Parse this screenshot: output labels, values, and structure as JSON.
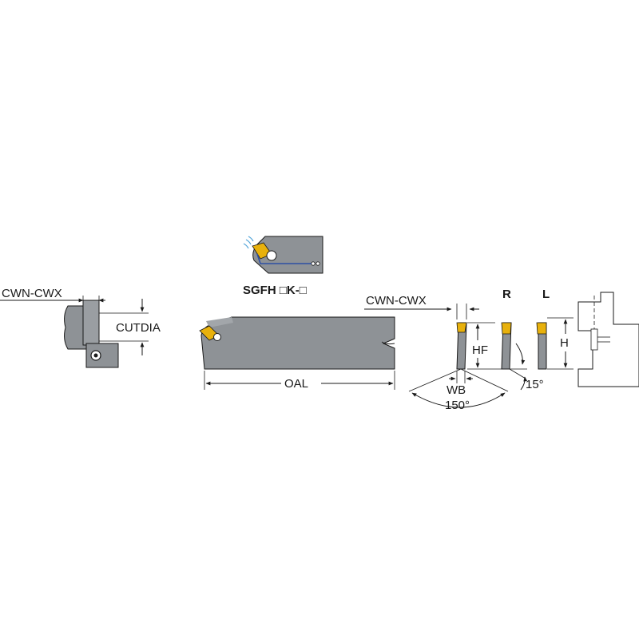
{
  "labels": {
    "cwn_cwx_left": "CWN-CWX",
    "cutdia": "CUTDIA",
    "sgfh": "SGFH □K-□",
    "oal": "OAL",
    "cwn_cwx_right": "CWN-CWX",
    "r": "R",
    "l": "L",
    "hf": "HF",
    "h": "H",
    "wb": "WB",
    "angle_15": "15°",
    "angle_150": "150°"
  },
  "colors": {
    "body": "#8e9296",
    "body_dark": "#6a6e72",
    "insert": "#e8b10c",
    "line": "#1a1a1a",
    "coolant": "#2d4fa3"
  }
}
